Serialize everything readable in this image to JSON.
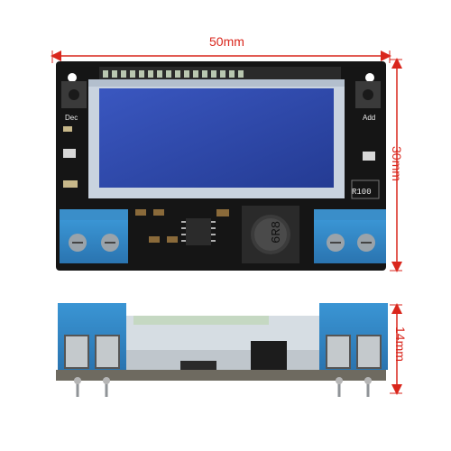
{
  "dimensions": {
    "width": "50mm",
    "height": "30mm",
    "depth": "14mm"
  },
  "board": {
    "button_left_label": "Dec",
    "button_right_label": "Add",
    "resistor_label": "R100",
    "inductor_label": "6R8"
  },
  "colors": {
    "dimension_lines": "#d9261c",
    "pcb": "#151515",
    "lcd": "#2c48a8",
    "terminal_blocks": "#2f87c7"
  }
}
